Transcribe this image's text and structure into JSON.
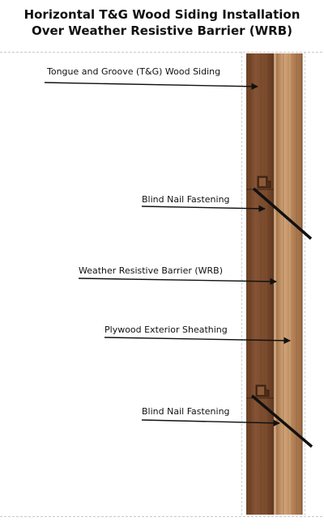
{
  "title": {
    "line1": "Horizontal T&G Wood Siding Installation",
    "line2": "Over Weather Resistive Barrier (WRB)"
  },
  "labels": {
    "siding": "Tongue and Groove (T&G) Wood Siding",
    "blind_nail_top": "Blind Nail Fastening",
    "wrb": "Weather Resistive Barrier (WRB)",
    "sheathing": "Plywood Exterior Sheathing",
    "blind_nail_bottom": "Blind Nail Fastening"
  },
  "colors": {
    "siding": "#7a4a2c",
    "siding_dark": "#5b3520",
    "wrb": "#c8a27c",
    "plywood": "#b88455",
    "plywood_light": "#d9b187",
    "nail": "#111111"
  }
}
